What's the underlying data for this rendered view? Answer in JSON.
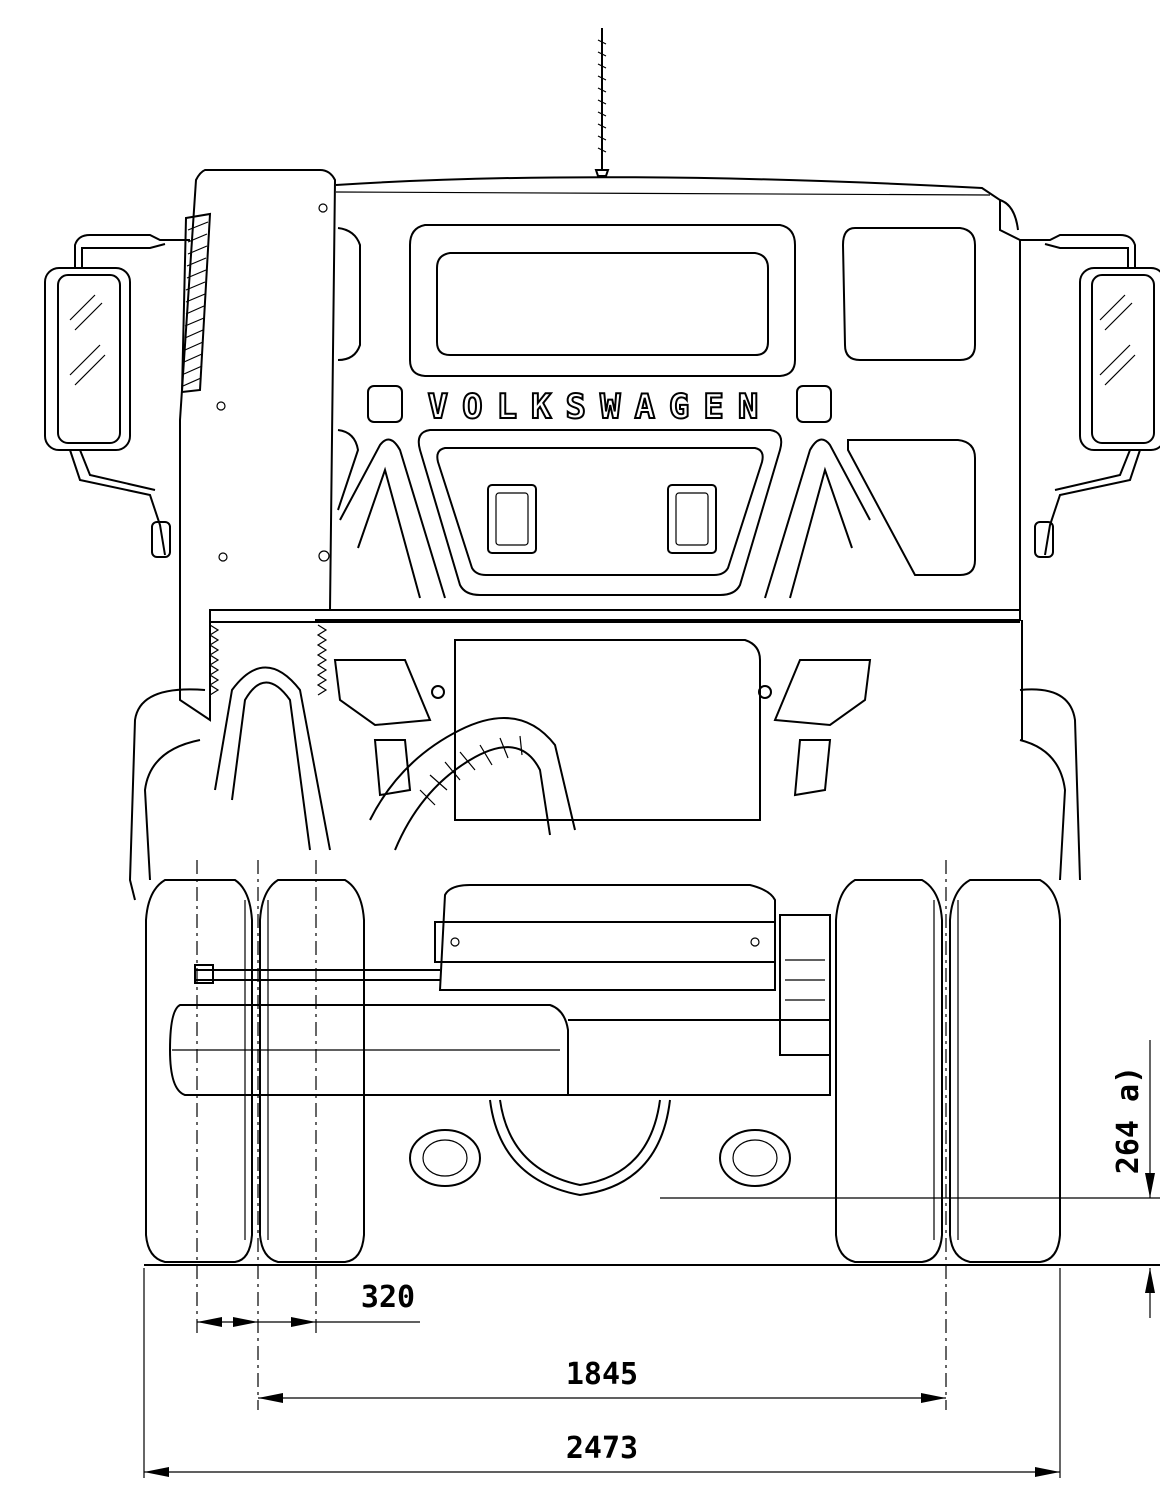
{
  "drawing": {
    "brand_logo": "VOLKSWAGEN",
    "dimensions": {
      "track_offset": "320",
      "track_width": "1845",
      "overall_width": "2473",
      "ground_clearance": "264 a)"
    }
  }
}
